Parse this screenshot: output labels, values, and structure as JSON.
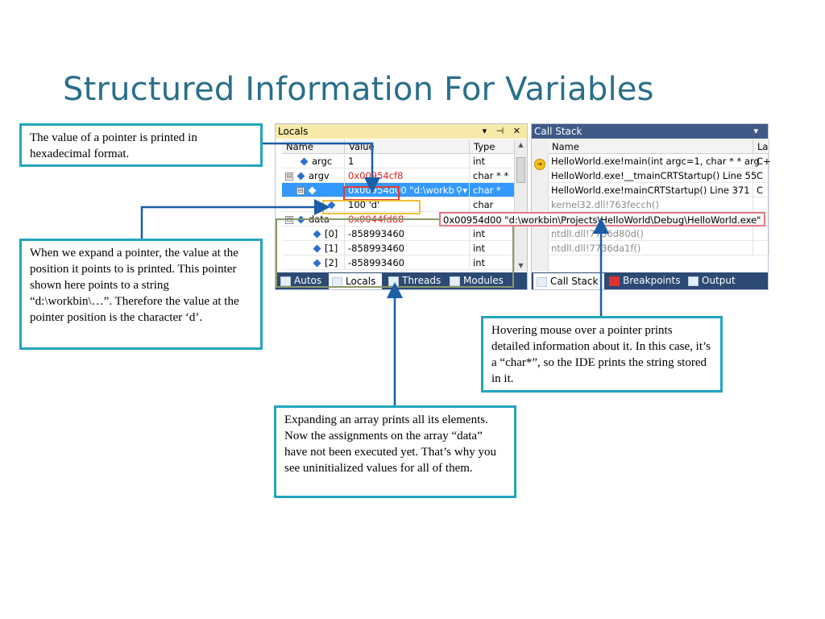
{
  "title": "Structured Information For Variables",
  "callouts": {
    "pointer_hex": "The value of a pointer is printed in hexadecimal format.",
    "expand_pointer": "When we expand a pointer, the value at the position it points to is printed. This pointer shown here points to a string “d:\\workbin\\…”. Therefore the value at the pointer position is the character ‘d’.",
    "hover": "Hovering mouse over a pointer prints detailed information about it. In this case, it’s a “char*”, so the IDE prints the string stored in it.",
    "array": "Expanding an array prints all its elements. Now the assignments on the array “data” have not been executed yet. That’s why you see uninitialized values for all of them."
  },
  "locals": {
    "title": "Locals",
    "title_icons": "▾ ⊣ ✕",
    "columns": [
      "Name",
      "Value",
      "Type"
    ],
    "rows": [
      {
        "toggle": "",
        "name": "argc",
        "value": "1",
        "type": "int"
      },
      {
        "toggle": "⊟",
        "name": "argv",
        "value": "0x00954cf8",
        "type": "char * *"
      },
      {
        "toggle": "⊟",
        "name": "",
        "value": "0x00954d00 \"d:\\workb",
        "type": "char *"
      },
      {
        "toggle": "",
        "name": "",
        "value": "100 'd'",
        "type": "char"
      },
      {
        "toggle": "⊟",
        "name": "data",
        "value": "0x0044fd68",
        "type": ""
      },
      {
        "toggle": "",
        "name": "[0]",
        "value": "-858993460",
        "type": "int"
      },
      {
        "toggle": "",
        "name": "[1]",
        "value": "-858993460",
        "type": "int"
      },
      {
        "toggle": "",
        "name": "[2]",
        "value": "-858993460",
        "type": "int"
      }
    ],
    "tabs": [
      "Autos",
      "Locals",
      "Threads",
      "Modules"
    ]
  },
  "callstack": {
    "title": "Call Stack",
    "columns": [
      "Name",
      "La"
    ],
    "rows": [
      {
        "name": "HelloWorld.exe!main(int argc=1, char * * arg",
        "lang": "C+"
      },
      {
        "name": "HelloWorld.exe!__tmainCRTStartup()  Line 55",
        "lang": "C"
      },
      {
        "name": "HelloWorld.exe!mainCRTStartup()  Line 371",
        "lang": "C"
      },
      {
        "name": "kernel32.dll!763fecch()",
        "lang": ""
      },
      {
        "name": "",
        "lang": ""
      },
      {
        "name": "ntdll.dll!7736d80d()",
        "lang": ""
      },
      {
        "name": "ntdll.dll!7736da1f()",
        "lang": ""
      }
    ],
    "tabs": [
      "Call Stack",
      "Breakpoints",
      "Output"
    ]
  },
  "tooltip": "0x00954d00 \"d:\\workbin\\Projects\\HelloWorld\\Debug\\HelloWorld.exe\"",
  "colors": {
    "callout_border": "#23a5bd",
    "arrow": "#1a5ea8",
    "title": "#2a6f8a",
    "selection": "#3399ff",
    "value_changed": "#e02020"
  }
}
